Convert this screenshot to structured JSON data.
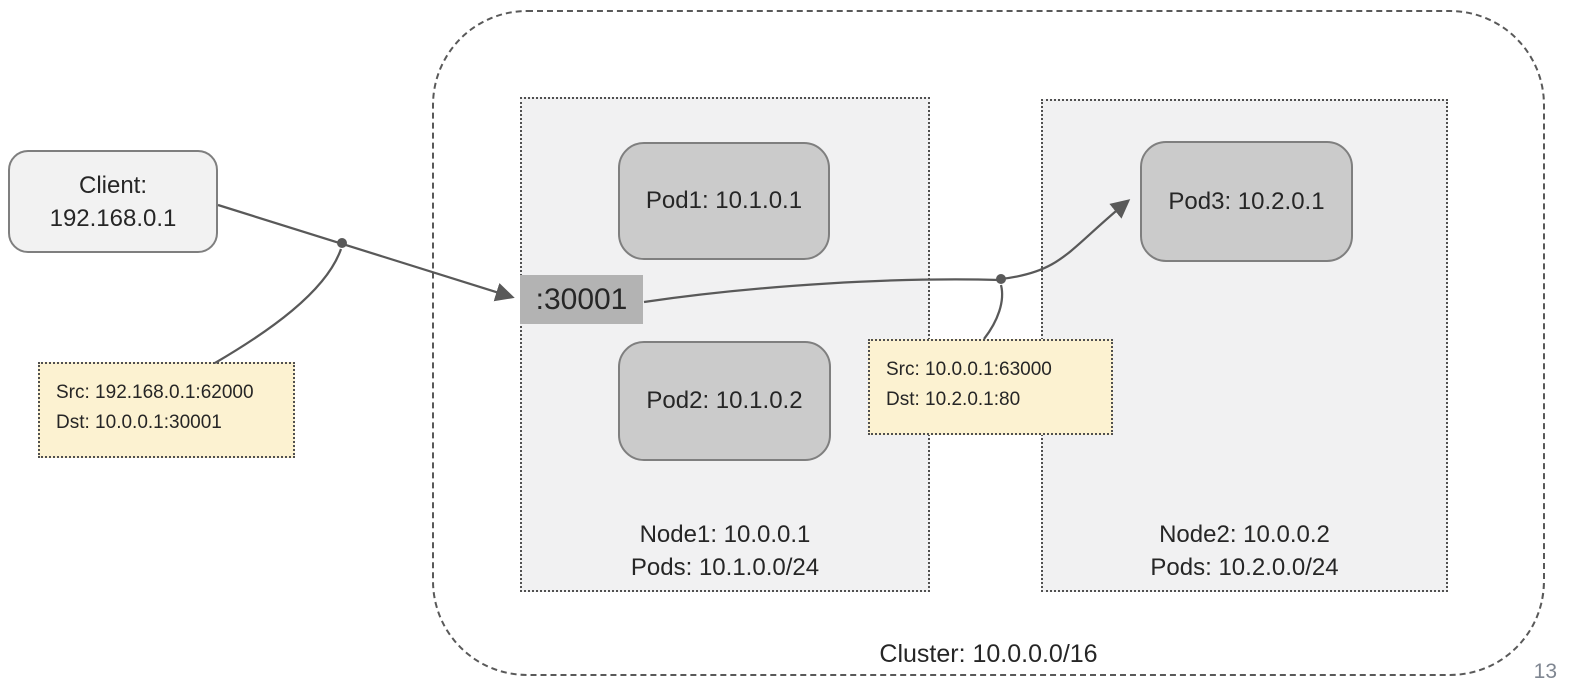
{
  "client": {
    "line1": "Client:",
    "line2": "192.168.0.1"
  },
  "cluster": {
    "label": "Cluster: 10.0.0.0/16"
  },
  "node_port": {
    "label": ":30001"
  },
  "nodes": [
    {
      "label_line1": "Node1: 10.0.0.1",
      "label_line2": "Pods: 10.1.0.0/24",
      "pods": [
        {
          "label": "Pod1: 10.1.0.1"
        },
        {
          "label": "Pod2: 10.1.0.2"
        }
      ]
    },
    {
      "label_line1": "Node2: 10.0.0.2",
      "label_line2": "Pods: 10.2.0.0/24",
      "pods": [
        {
          "label": "Pod3: 10.2.0.1"
        }
      ]
    }
  ],
  "packets": [
    {
      "src": "Src: 192.168.0.1:62000",
      "dst": "Dst: 10.0.0.1:30001"
    },
    {
      "src": "Src: 10.0.0.1:63000",
      "dst": "Dst: 10.2.0.1:80"
    }
  ],
  "page": {
    "number": "13"
  },
  "colors": {
    "annotation_fill": "#FCF2D1",
    "node_fill": "#F1F1F2",
    "pod_fill": "#CBCBCB",
    "port_fill": "#B3B3B3",
    "line": "#595959",
    "text": "#262626",
    "page_number": "#7F8691"
  }
}
